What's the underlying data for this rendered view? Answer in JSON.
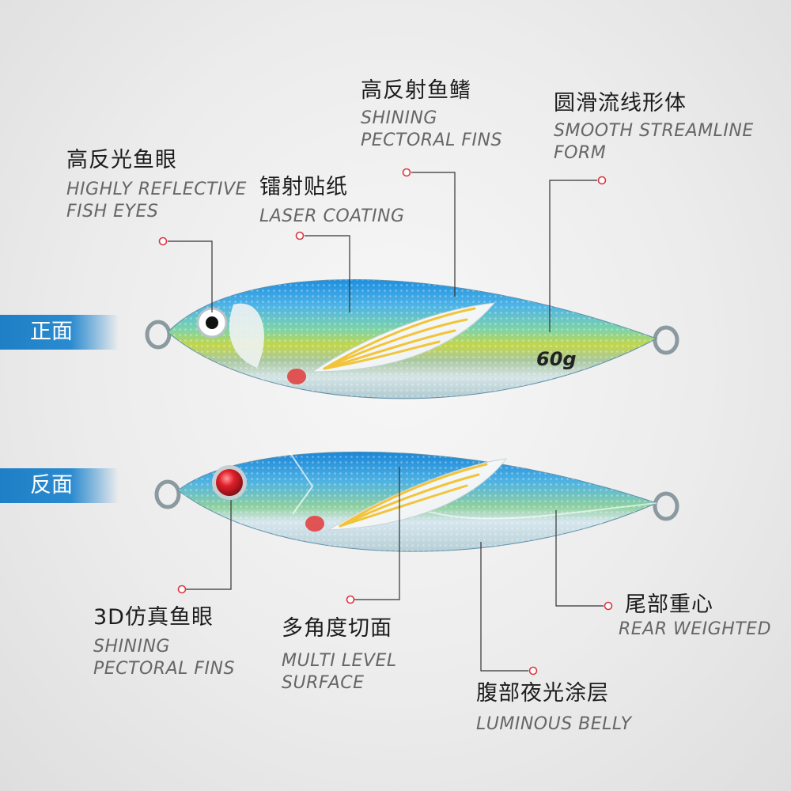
{
  "side_tags": {
    "front": "正面",
    "back": "反面"
  },
  "weight_label": "60g",
  "callouts": {
    "eyes": {
      "zh": "高反光鱼眼",
      "en1": "HIGHLY REFLECTIVE",
      "en2": "FISH EYES"
    },
    "laser": {
      "zh": "镭射贴纸",
      "en1": "LASER COATING"
    },
    "fins": {
      "zh": "高反射鱼鳍",
      "en1": "SHINING",
      "en2": "PECTORAL FINS"
    },
    "streamline": {
      "zh": "圆滑流线形体",
      "en1": "SMOOTH STREAMLINE",
      "en2": "FORM"
    },
    "eye3d": {
      "zh": "3D仿真鱼眼",
      "en1": "SHINING",
      "en2": "PECTORAL FINS"
    },
    "multi": {
      "zh": "多角度切面",
      "en1": "MULTI LEVEL",
      "en2": "SURFACE"
    },
    "rear": {
      "zh": "尾部重心",
      "en1": "REAR WEIGHTED"
    },
    "belly": {
      "zh": "腹部夜光涂层",
      "en1": "LUMINOUS BELLY"
    }
  },
  "colors": {
    "accent_blue": "#1f7fc6",
    "marker_red": "#d9363e",
    "leader_line": "#333333"
  }
}
